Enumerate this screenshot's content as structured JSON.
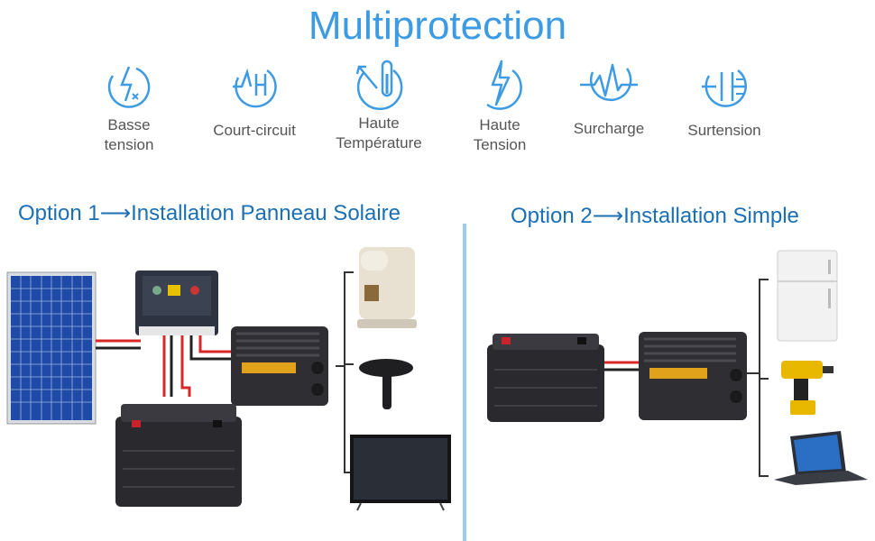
{
  "title": "Multiprotection",
  "features": [
    {
      "icon": "lightning-down-icon",
      "label_lines": [
        "Basse",
        "tension"
      ]
    },
    {
      "icon": "short-circuit-icon",
      "label_lines": [
        "Court-circuit"
      ]
    },
    {
      "icon": "thermometer-icon",
      "label_lines": [
        "Haute",
        "Température"
      ]
    },
    {
      "icon": "lightning-bolt-icon",
      "label_lines": [
        "Haute",
        "Tension"
      ]
    },
    {
      "icon": "pulse-wave-icon",
      "label_lines": [
        "Surcharge"
      ]
    },
    {
      "icon": "capacitor-icon",
      "label_lines": [
        "Surtension"
      ]
    }
  ],
  "option1": {
    "prefix": "Option 1",
    "arrow": "⟶",
    "text": "Installation Panneau Solaire"
  },
  "option2": {
    "prefix": "Option 2",
    "arrow": "⟶",
    "text": "Installation Simple"
  },
  "colors": {
    "accent": "#3d9be3",
    "option_text": "#1a6fb5",
    "divider": "#9cccf0"
  }
}
